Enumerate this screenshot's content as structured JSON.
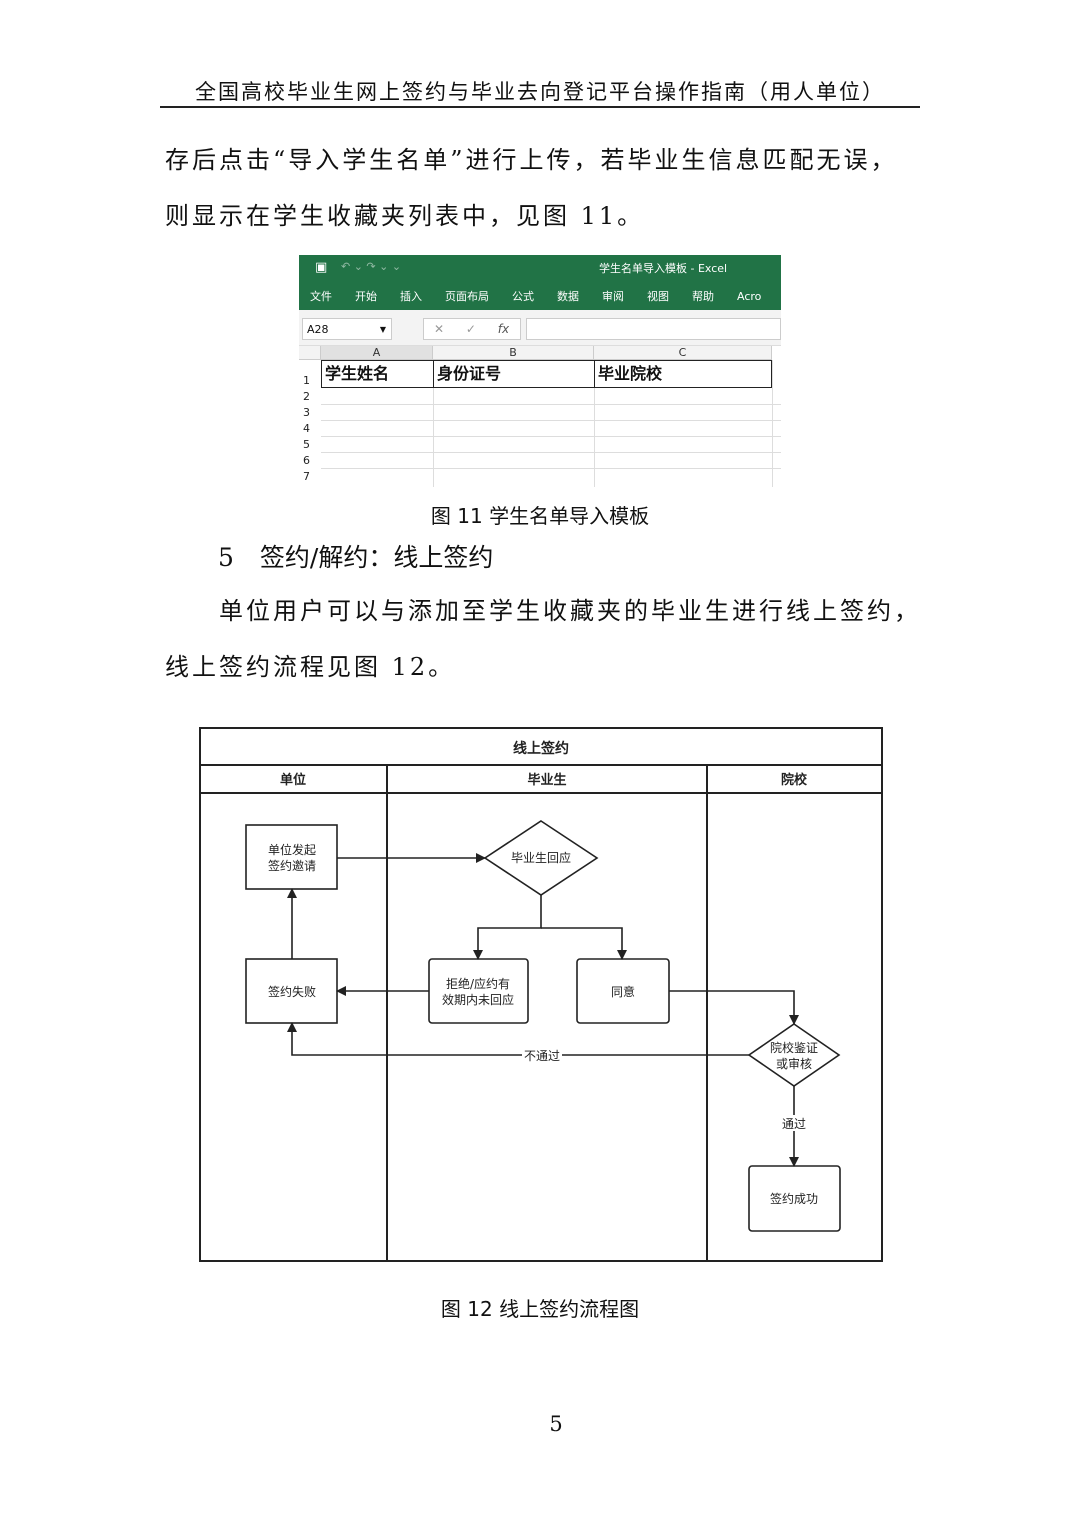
{
  "header": {
    "title": "全国高校毕业生网上签约与毕业去向登记平台操作指南（用人单位）"
  },
  "paragraph1": {
    "line1": "存后点击“导入学生名单”进行上传，若毕业生信息匹配无误，",
    "line2": "则显示在学生收藏夹列表中，见图 11。"
  },
  "excel": {
    "title": "学生名单导入模板  -  Excel",
    "ribbon_tabs": [
      "文件",
      "开始",
      "插入",
      "页面布局",
      "公式",
      "数据",
      "审阅",
      "视图",
      "帮助",
      "Acro"
    ],
    "name_box": "A28",
    "fx_label": "fx",
    "columns": [
      "A",
      "B",
      "C"
    ],
    "rows": [
      "1",
      "2",
      "3",
      "4",
      "5",
      "6",
      "7"
    ],
    "header_cells": [
      "学生姓名",
      "身份证号",
      "毕业院校"
    ]
  },
  "figure11": {
    "caption": "图 11  学生名单导入模板"
  },
  "section": {
    "number": "5",
    "title": "签约/解约：线上签约"
  },
  "paragraph2": {
    "line1": "单位用户可以与添加至学生收藏夹的毕业生进行线上签约，",
    "line2": "线上签约流程见图 12。"
  },
  "flowchart": {
    "title": "线上签约",
    "lanes": [
      "单位",
      "毕业生",
      "院校"
    ],
    "nodes": {
      "initiate": [
        "单位发起",
        "签约邀请"
      ],
      "respond": "毕业生回应",
      "reject": [
        "拒绝/应约有",
        "效期内未回应"
      ],
      "agree": "同意",
      "fail": "签约失败",
      "verify": [
        "院校鉴证",
        "或审核"
      ],
      "success": "签约成功"
    },
    "edges": {
      "not_pass": "不通过",
      "pass": "通过"
    }
  },
  "figure12": {
    "caption": "图 12  线上签约流程图"
  },
  "page_number": "5"
}
